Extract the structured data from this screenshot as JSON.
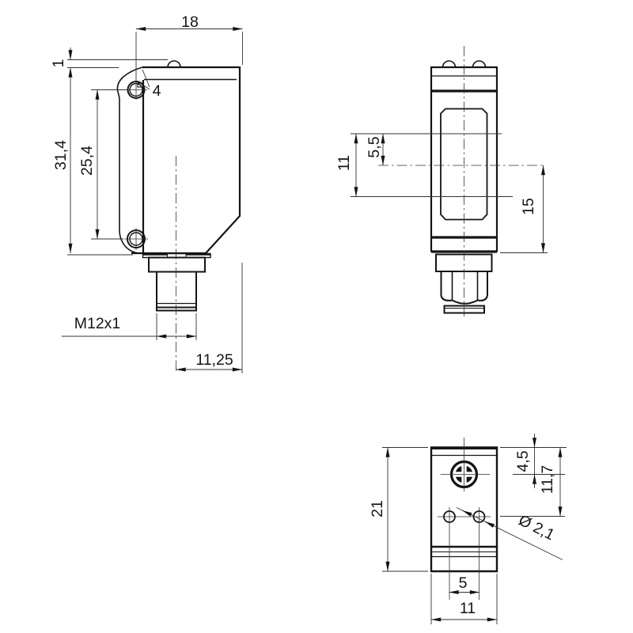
{
  "drawing": {
    "type": "technical-dimension-drawing",
    "units_style": "comma-decimal-mm",
    "colors": {
      "line": "#141414",
      "dimension": "#333333",
      "background": "#ffffff"
    },
    "dims": {
      "side": {
        "top_width": "18",
        "bump_height": "1",
        "total_height": "31,4",
        "hole_spacing": "25,4",
        "slot_width": "4",
        "thread": "M12x1",
        "connector_offset": "11,25"
      },
      "front": {
        "axis_top_offset": "5,5",
        "axis_spacing": "11",
        "axis_to_bottom": "15"
      },
      "bottom": {
        "height": "21",
        "screw_offset": "4,5",
        "holes_offset": "11,7",
        "hole_diameter": "Ø 2,1",
        "hole_spacing": "5",
        "width": "11"
      }
    }
  }
}
